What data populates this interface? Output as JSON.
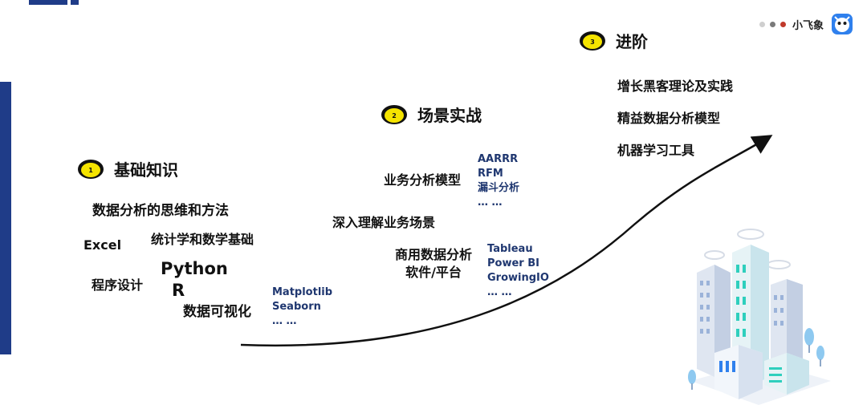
{
  "brand": {
    "name": "小飞象",
    "dots": [
      "#cfcfcf",
      "#7a7a7a",
      "#c0392b"
    ]
  },
  "stages": {
    "basic": {
      "number": "1",
      "title": "基础知识",
      "items": {
        "thinking": "数据分析的思维和方法",
        "excel": "Excel",
        "stats": "统计学和数学基础",
        "programming": "程序设计",
        "python": "Python",
        "r": "R",
        "visualization": "数据可视化"
      },
      "viz_tools": [
        "Matplotlib",
        "Seaborn",
        "… …"
      ]
    },
    "practice": {
      "number": "2",
      "title": "场景实战",
      "models_label": "业务分析模型",
      "models": [
        "AARRR",
        "RFM",
        "漏斗分析",
        "… …"
      ],
      "scenario": "深入理解业务场景",
      "platform_label_line1": "商用数据分析",
      "platform_label_line2": "软件/平台",
      "platforms": [
        "Tableau",
        "Power BI",
        "GrowingIO",
        "… …"
      ]
    },
    "advanced": {
      "number": "3",
      "title": "进阶",
      "items": [
        "增长黑客理论及实践",
        "精益数据分析模型",
        "机器学习工具"
      ]
    }
  },
  "colors": {
    "accent_blue": "#1f3c88",
    "badge_yellow": "#f5e400",
    "tool_text": "#1f3770"
  },
  "icons": [
    "growth-arrow-icon",
    "city-buildings-icon",
    "mascot-icon"
  ]
}
